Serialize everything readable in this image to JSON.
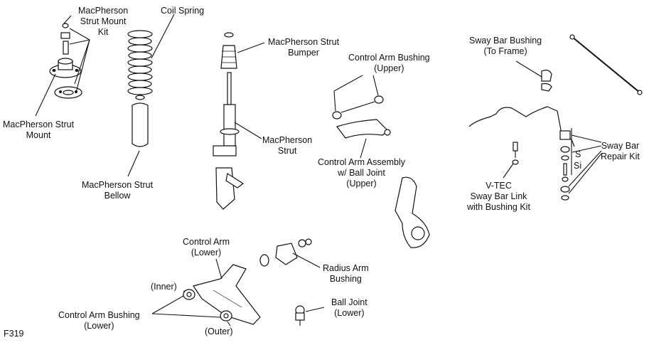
{
  "figure_code": "F319",
  "labels": {
    "strut_mount_kit": [
      "MacPherson",
      "Strut Mount",
      "Kit"
    ],
    "coil_spring": [
      "Coil Spring"
    ],
    "strut_mount": [
      "MacPherson Strut",
      "Mount"
    ],
    "strut_bellow": [
      "MacPherson Strut",
      "Bellow"
    ],
    "strut_bumper": [
      "MacPherson Strut",
      "Bumper"
    ],
    "strut": [
      "MacPherson",
      "Strut"
    ],
    "control_arm_bushing_upper": [
      "Control Arm Bushing",
      "(Upper)"
    ],
    "control_arm_assembly_upper": [
      "Control Arm Assembly",
      "w/ Ball Joint",
      "(Upper)"
    ],
    "sway_bar_bushing": [
      "Sway Bar Bushing",
      "(To Frame)"
    ],
    "sway_bar_repair_kit": [
      "Sway Bar",
      "Repair Kit"
    ],
    "s": [
      "S"
    ],
    "si": [
      "Si"
    ],
    "vtec_link_kit": [
      "V-TEC",
      "Sway Bar Link",
      "with Bushing Kit"
    ],
    "control_arm_lower": [
      "Control Arm",
      "(Lower)"
    ],
    "radius_arm_bushing": [
      "Radius Arm",
      "Bushing"
    ],
    "inner": [
      "(Inner)"
    ],
    "control_arm_bushing_lower": [
      "Control Arm Bushing",
      "(Lower)"
    ],
    "outer": [
      "(Outer)"
    ],
    "ball_joint_lower": [
      "Ball Joint",
      "(Lower)"
    ]
  }
}
